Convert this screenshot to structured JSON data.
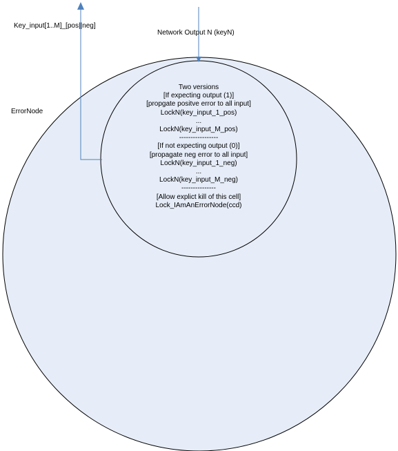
{
  "labels": {
    "key_input": "Key_input[1..M]_[pos||neg]",
    "network_output": "Network Output N (keyN)",
    "error_node": "ErrorNode"
  },
  "inner_lines": [
    "Two versions",
    "[If expecting output (1)]",
    "[propgate positve error to all input]",
    "LockN(key_input_1_pos)",
    "...",
    "LockN(key_input_M_pos)",
    "-----------------",
    "[If not expecting output (0)]",
    "[propagate neg error to all input]",
    "LockN(key_input_1_neg)",
    "...",
    "LockN(key_input_M_neg)",
    "---------------",
    "[Allow explict kill of this cell]",
    "Lock_IAmAnErrorNode(ccd)"
  ],
  "colors": {
    "circle_fill": "#e6edf8",
    "circle_stroke": "#000000",
    "arrow": "#4f81bd"
  }
}
